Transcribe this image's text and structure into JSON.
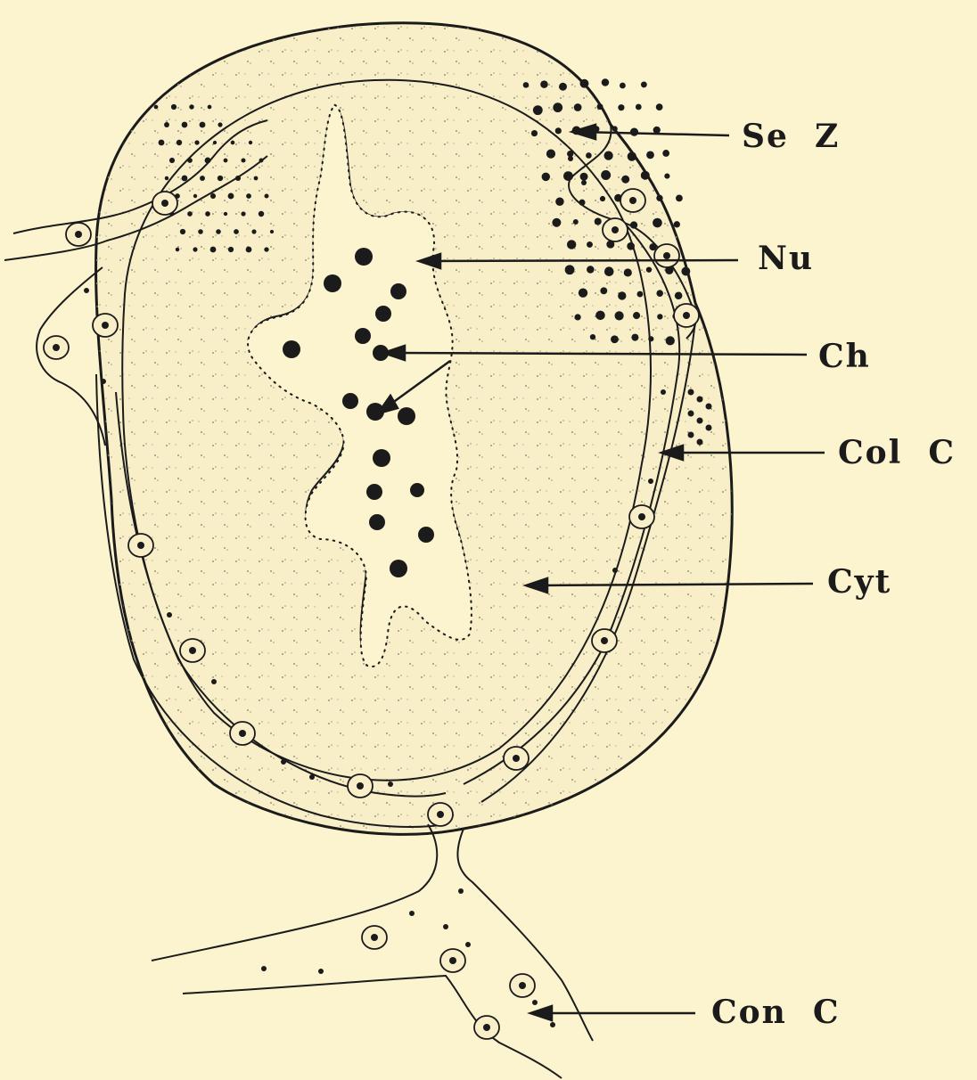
{
  "figure": {
    "background": "#fbf4cf",
    "ink": "#1b1b1b"
  },
  "labels": {
    "se_z": "Se  Z",
    "nu": "Nu",
    "ch": "Ch",
    "col_c": "Col  C",
    "cyt": "Cyt",
    "con_c": "Con  C"
  }
}
